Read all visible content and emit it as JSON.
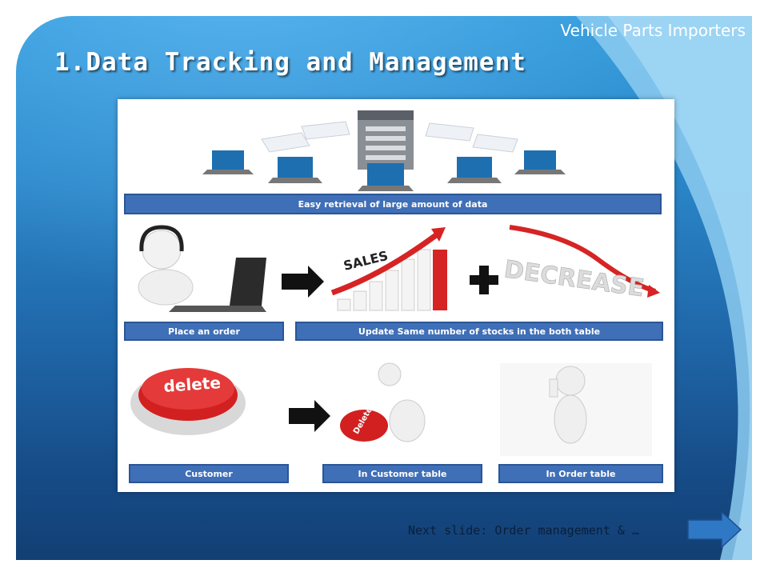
{
  "slide": {
    "company": "Vehicle Parts Importers",
    "title": "1.Data Tracking and Management"
  },
  "figure": {
    "row1": {
      "banner": "Easy retrieval of large amount of data"
    },
    "row2": {
      "sales_word": "SALES",
      "decrease_word": "DECREASE",
      "left_label": "Place an order",
      "right_label": "Update Same number of stocks in the both table"
    },
    "row3": {
      "delete_word": "delete",
      "small_delete_word": "Delete",
      "labels": [
        "Customer",
        "In Customer table",
        "In Order table"
      ]
    }
  },
  "footer": {
    "next_text": "Next slide: Order management & …"
  },
  "colors": {
    "label_fill": "#3f6fb7",
    "title_text": "#ffffff",
    "next_button": "#2f78c6"
  },
  "icons": [
    "server-tower-icon",
    "laptop-icon",
    "headset-person-icon",
    "arrow-right-icon",
    "plus-icon",
    "sales-chart-icon",
    "decrease-chart-icon",
    "delete-button-icon",
    "thumbs-up-person-icon",
    "next-arrow-icon"
  ]
}
